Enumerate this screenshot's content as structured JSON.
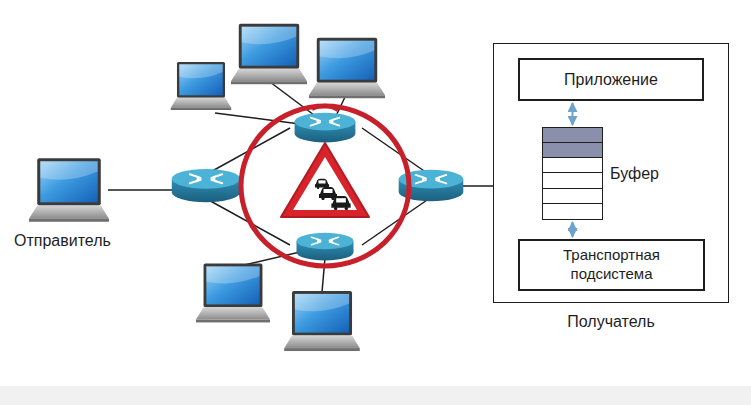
{
  "diagram": {
    "nodes": [
      {
        "text": [
          "Получатель"
        ]
      },
      {
        "text": [
          "Приложение"
        ],
        "in": 0
      },
      {
        "text": [
          "Буфер"
        ],
        "in": 0
      },
      {
        "text": [
          "Транспортная подсистема"
        ],
        "in": 0
      }
    ],
    "edges": [
      {
        "from": 1,
        "to": 2,
        "arrow": "both"
      },
      {
        "from": 2,
        "to": 3,
        "arrow": "both"
      }
    ],
    "labels": [
      "Отправитель"
    ]
  }
}
